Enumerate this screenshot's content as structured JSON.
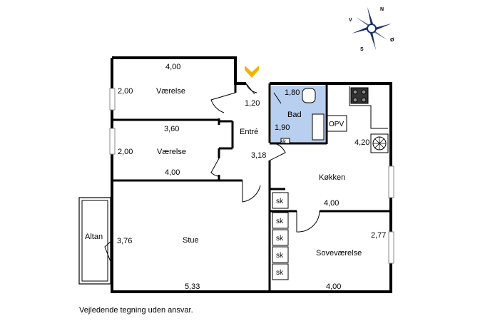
{
  "compass": {
    "n": "N",
    "v": "V",
    "s": "S",
    "o": "Ø"
  },
  "rooms": {
    "vaerelse1": {
      "name": "Værelse",
      "width": "4,00",
      "depth": "2,00"
    },
    "vaerelse2": {
      "name": "Værelse",
      "width_top": "3,60",
      "width_bottom": "4,00",
      "depth": "2,00"
    },
    "entre": {
      "name": "Entré",
      "dim_small": "1,20",
      "dim": "3,18"
    },
    "bad": {
      "name": "Bad",
      "width": "1,80",
      "depth": "1,90"
    },
    "koekken": {
      "name": "Køkken",
      "depth": "4,20",
      "width": "4,00"
    },
    "stue": {
      "name": "Stue",
      "depth": "3,76",
      "width": "5,33"
    },
    "sovevaerelse": {
      "name": "Soveværelse",
      "depth": "2,77",
      "width": "4,00"
    },
    "altan": {
      "name": "Altan"
    }
  },
  "labels": {
    "opv": "OPV",
    "closets": [
      "sk",
      "sk",
      "sk",
      "sk",
      "sk",
      "sk"
    ]
  },
  "footer": "Vejledende tegning uden ansvar.",
  "colors": {
    "bathroom_fill": "#b8cff0",
    "entrance_marker": "#f2b300",
    "compass": "#1e3266"
  }
}
